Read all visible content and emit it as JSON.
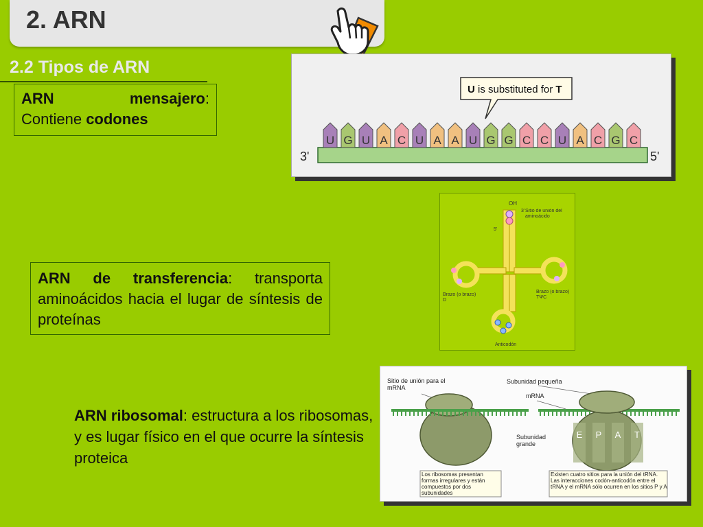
{
  "slide": {
    "title": "2. ARN",
    "subtitle": "2.2 Tipos  de ARN"
  },
  "mrna": {
    "term": "ARN",
    "word": "mensajero",
    "colon": ":",
    "line2_pre": "Contiene ",
    "line2_bold": "codones"
  },
  "trna": {
    "term": "ARN de transferencia",
    "rest": ": transporta aminoácidos hacia el lugar de síntesis de proteínas"
  },
  "rrna": {
    "term": "ARN ribosomal",
    "rest": ": estructura a los ribosomas, y es  lugar físico en el que ocurre la síntesis proteica"
  },
  "fig_mrna": {
    "callout_bold1": "U",
    "callout_mid": " is substituted for ",
    "callout_bold2": "T",
    "end_left": "3'",
    "end_right": "5'",
    "bases": [
      "U",
      "G",
      "U",
      "A",
      "C",
      "U",
      "A",
      "A",
      "U",
      "G",
      "G",
      "C",
      "C",
      "U",
      "A",
      "C",
      "G",
      "C"
    ],
    "base_colors": {
      "U": "#a880b8",
      "G": "#a9c770",
      "A": "#f0c080",
      "C": "#f0a0a8"
    }
  },
  "fig_trna": {
    "label_oh": "OH",
    "label_3": "3'",
    "label_5": "5'",
    "label_site": "Sitio de unión del aminoácido",
    "label_arm_d": "Brazo (o brazo) D",
    "label_arm_t": "Brazo (o brazo) TΨC",
    "label_anticodon": "Anticodón"
  },
  "fig_rrna": {
    "label_site": "Sitio de unión para el mRNA",
    "label_small": "Subunidad pequeña",
    "label_mrna": "mRNA",
    "label_large": "Subunidad grande",
    "sites": [
      "E",
      "P",
      "A",
      "T"
    ],
    "note_left": "Los ribosomas presentan formas irregulares y están compuestos por dos subunidades",
    "note_right": "Existen cuatro sitios para la unión del tRNA. Las interacciones codón-anticodón entre el tRNA y el mRNA sólo ocurren en los sitios P y A"
  }
}
